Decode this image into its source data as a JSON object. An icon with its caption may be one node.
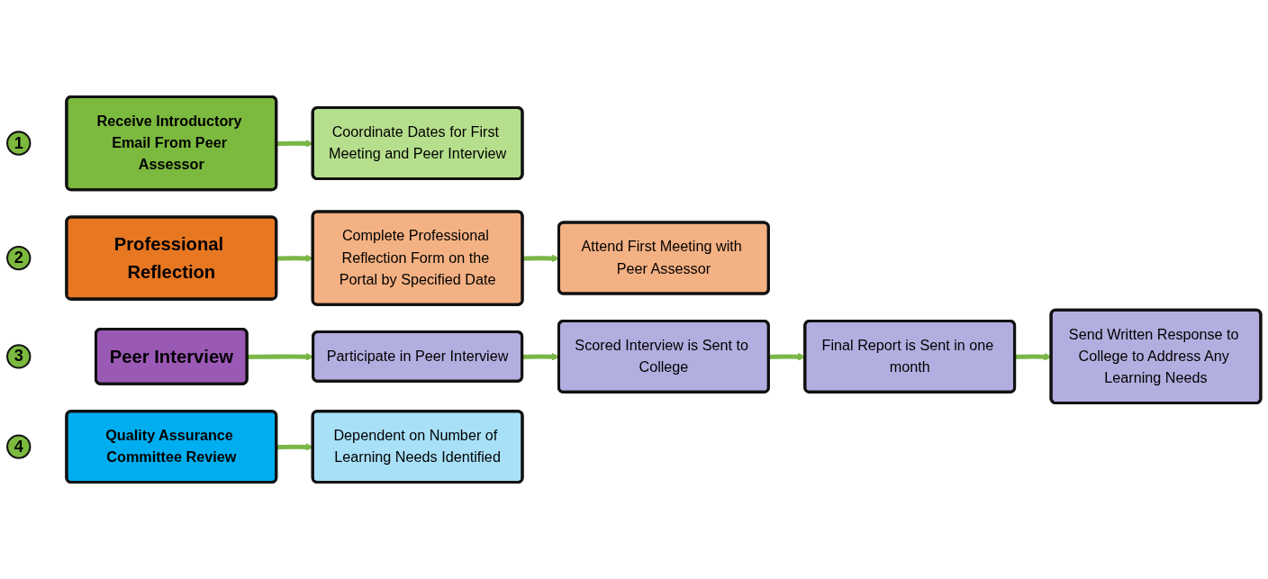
{
  "diagram": {
    "nodes": [
      {
        "text": [
          "1"
        ]
      },
      {
        "text": [
          "Receive Introductory Email From Peer Assessor"
        ]
      },
      {
        "text": [
          "Coordinate Dates for First Meeting and Peer Interview"
        ]
      },
      {
        "text": [
          "2"
        ]
      },
      {
        "text": [
          "Professional Reflection"
        ]
      },
      {
        "text": [
          "Complete Professional Reflection Form on the Portal by Specified Date"
        ]
      },
      {
        "text": [
          "Attend First Meeting with Peer Assessor"
        ]
      },
      {
        "text": [
          "3"
        ]
      },
      {
        "text": [
          "Peer Interview"
        ]
      },
      {
        "text": [
          "Participate in Peer Interview"
        ]
      },
      {
        "text": [
          "Scored Interview is Sent to College"
        ]
      },
      {
        "text": [
          "Final Report is Sent in one month"
        ]
      },
      {
        "text": [
          "Send Written Response to College to Address Any Learning Needs"
        ]
      },
      {
        "text": [
          "4"
        ]
      },
      {
        "text": [
          "Quality Assurance Committee Review"
        ]
      },
      {
        "text": [
          "Dependent on Number of Learning Needs Identified"
        ]
      }
    ],
    "edges": [
      {
        "from": 1,
        "to": 2,
        "arrow": "to"
      },
      {
        "from": 4,
        "to": 5,
        "arrow": "to"
      },
      {
        "from": 5,
        "to": 6,
        "arrow": "to"
      },
      {
        "from": 8,
        "to": 9,
        "arrow": "to"
      },
      {
        "from": 9,
        "to": 10,
        "arrow": "to"
      },
      {
        "from": 10,
        "to": 11,
        "arrow": "to"
      },
      {
        "from": 11,
        "to": 12,
        "arrow": "to"
      },
      {
        "from": 14,
        "to": 15,
        "arrow": "to"
      }
    ]
  }
}
